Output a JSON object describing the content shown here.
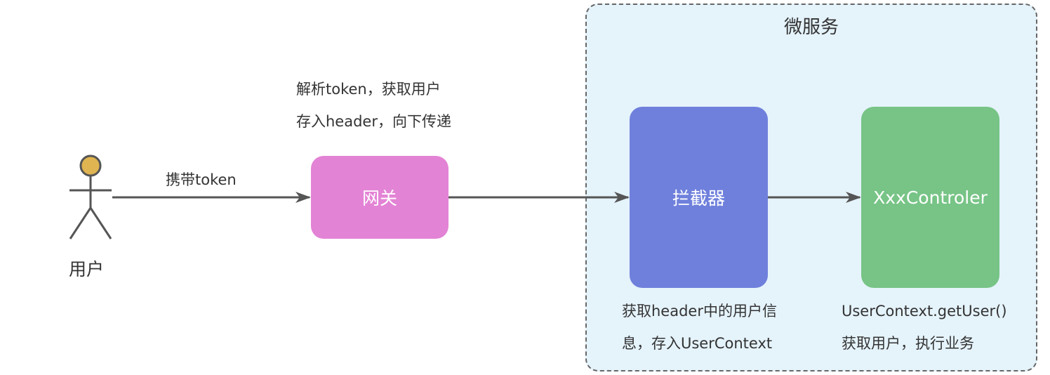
{
  "colors": {
    "gateway": "#e383d5",
    "interceptor": "#6f80dc",
    "controller": "#77c486",
    "microservice_bg": "#e5f3fb",
    "actor_head": "#e0b450",
    "line": "#555555"
  },
  "actor": {
    "icon": "stick-figure-user-icon",
    "label": "用户"
  },
  "edges": {
    "user_to_gateway": "携带token"
  },
  "gateway": {
    "label": "网关",
    "note_line1": "解析token，获取用户",
    "note_line2": "存入header，向下传递"
  },
  "microservice": {
    "title": "微服务",
    "interceptor": {
      "label": "拦截器",
      "note_line1": "获取header中的用户信",
      "note_line2": "息，存入UserContext"
    },
    "controller": {
      "label": "XxxControler",
      "note_line1": "UserContext.getUser()",
      "note_line2": "获取用户，执行业务"
    }
  }
}
